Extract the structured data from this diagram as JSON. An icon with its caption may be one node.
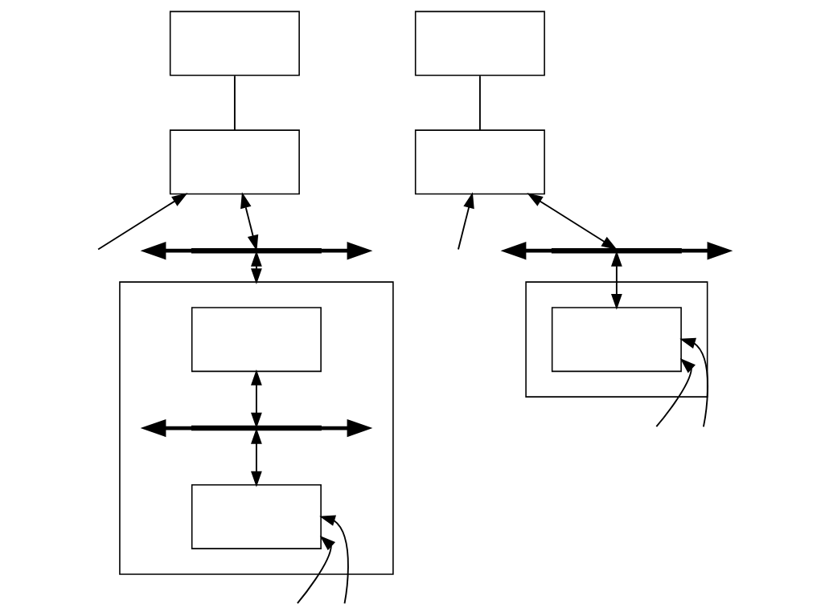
{
  "diagram": {
    "nodes": [
      {
        "text": [],
        "shape": "box"
      },
      {
        "text": [],
        "shape": "box"
      },
      {
        "text": [],
        "shape": "bar"
      },
      {
        "text": [],
        "shape": "box"
      },
      {
        "text": [],
        "shape": "box",
        "in": 3
      },
      {
        "text": [],
        "shape": "bar",
        "in": 3
      },
      {
        "text": [],
        "shape": "box",
        "in": 3
      },
      {
        "text": [],
        "shape": "box"
      },
      {
        "text": [],
        "shape": "box"
      },
      {
        "text": [],
        "shape": "bar"
      },
      {
        "text": [],
        "shape": "box"
      },
      {
        "text": [],
        "shape": "box",
        "in": 10
      }
    ],
    "edges": [
      {
        "from": 0,
        "to": 1,
        "arrow": "none"
      },
      {
        "from": 1,
        "to": 2,
        "arrow": "both"
      },
      {
        "from": null,
        "to": 1,
        "arrow": "to"
      },
      {
        "from": 2,
        "to": null,
        "arrow": "to",
        "style": "thick"
      },
      {
        "from": 2,
        "to": null,
        "arrow": "to",
        "style": "thick"
      },
      {
        "from": 2,
        "to": 3,
        "arrow": "both"
      },
      {
        "from": 4,
        "to": 5,
        "arrow": "both"
      },
      {
        "from": 5,
        "to": null,
        "arrow": "to",
        "style": "thick"
      },
      {
        "from": 5,
        "to": null,
        "arrow": "to",
        "style": "thick"
      },
      {
        "from": 5,
        "to": 6,
        "arrow": "both"
      },
      {
        "from": null,
        "to": 6,
        "arrow": "to"
      },
      {
        "from": null,
        "to": 6,
        "arrow": "to"
      },
      {
        "from": 7,
        "to": 8,
        "arrow": "none"
      },
      {
        "from": 8,
        "to": 9,
        "arrow": "both"
      },
      {
        "from": null,
        "to": 8,
        "arrow": "to"
      },
      {
        "from": 9,
        "to": null,
        "arrow": "to",
        "style": "thick"
      },
      {
        "from": 9,
        "to": null,
        "arrow": "to",
        "style": "thick"
      },
      {
        "from": 9,
        "to": 11,
        "arrow": "both"
      },
      {
        "from": null,
        "to": 11,
        "arrow": "to"
      },
      {
        "from": null,
        "to": 11,
        "arrow": "to"
      }
    ]
  }
}
